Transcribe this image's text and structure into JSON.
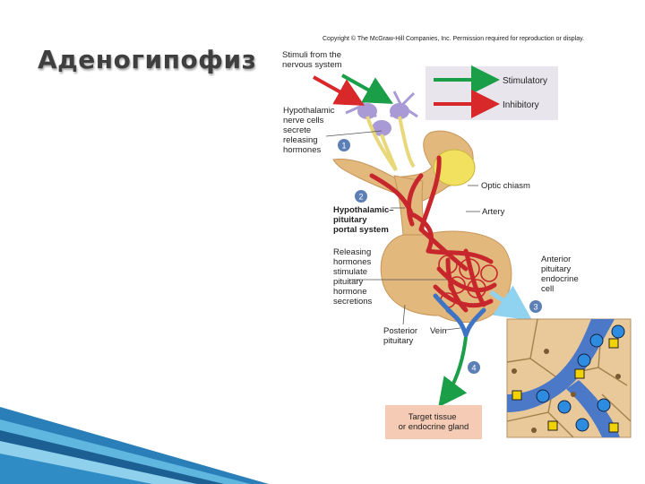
{
  "slide": {
    "title": "Аденогипофиз"
  },
  "figure": {
    "copyright": "Copyright © The McGraw-Hill Companies, Inc. Permission required for reproduction or display.",
    "stimuli_label": [
      "Stimuli from the",
      "nervous system"
    ],
    "hypothalamic_label": [
      "Hypothalamic",
      "nerve cells",
      "secrete",
      "releasing",
      "hormones"
    ],
    "portal_label": [
      "Hypothalamic–",
      "pituitary",
      "portal system"
    ],
    "releasing_label": [
      "Releasing",
      "hormones",
      "stimulate",
      "pituitary",
      "hormone",
      "secretions"
    ],
    "posterior_label": [
      "Posterior",
      "pituitary"
    ],
    "vein_label": "Vein",
    "optic_label": "Optic chiasm",
    "artery_label": "Artery",
    "anterior_label": [
      "Anterior",
      "pituitary",
      "endocrine",
      "cell"
    ],
    "target_label": [
      "Target tissue",
      "or endocrine gland"
    ],
    "legend": {
      "stimulatory": "Stimulatory",
      "inhibitory": "Inhibitory"
    },
    "steps": [
      "1",
      "2",
      "3",
      "4"
    ],
    "colors": {
      "stimulatory": "#1a9e48",
      "inhibitory": "#d8282a",
      "vessel": "#c6262c",
      "vein": "#3f73c4",
      "tissue": "#e3b87c"
    }
  }
}
